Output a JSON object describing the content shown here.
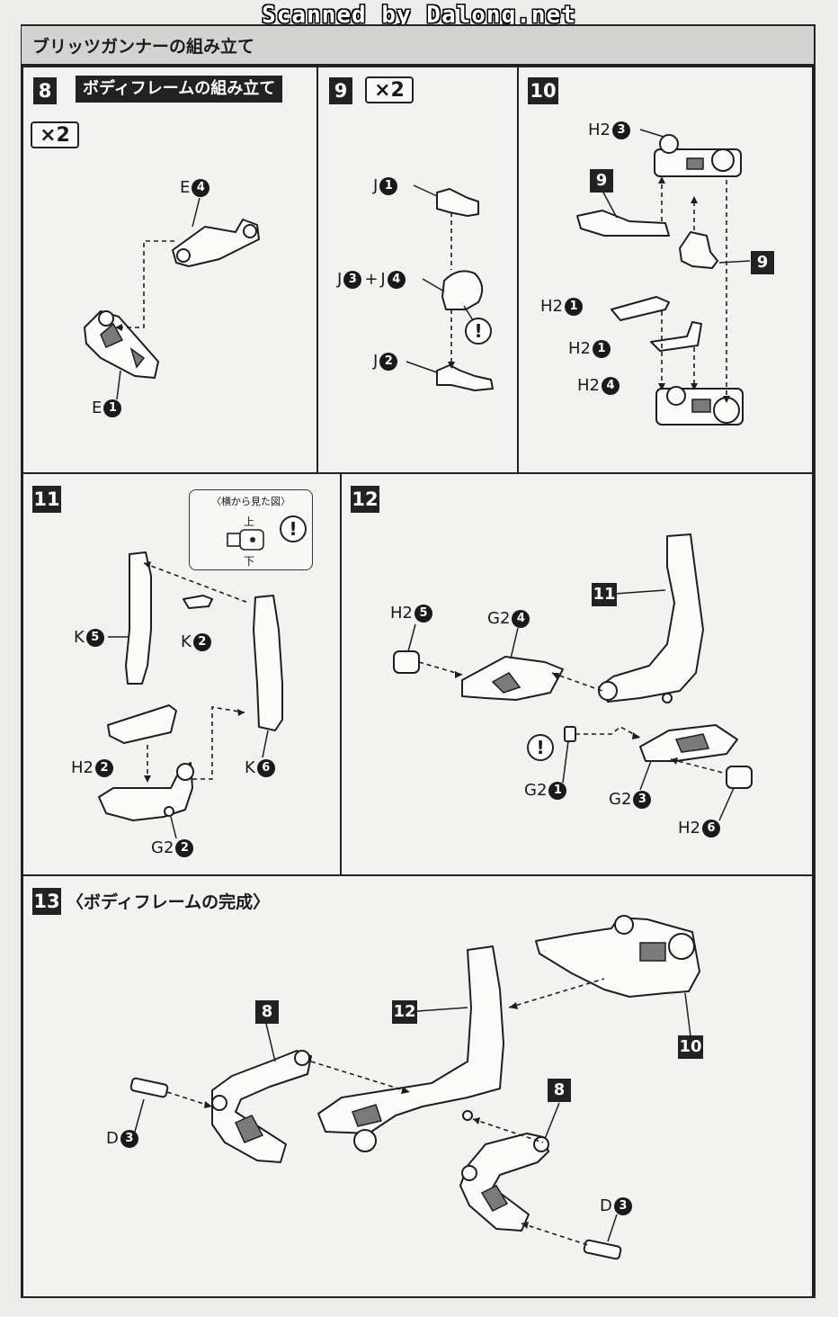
{
  "watermark": "Scanned by Dalong.net",
  "page_title": "ブリッツガンナーの組み立て",
  "steps": {
    "s8": {
      "number": "8",
      "title": "ボディフレームの組み立て",
      "quantity": "×2",
      "parts": [
        {
          "letter": "E",
          "num": "4"
        },
        {
          "letter": "E",
          "num": "1"
        }
      ]
    },
    "s9": {
      "number": "9",
      "quantity": "×2",
      "parts": [
        {
          "letter": "J",
          "num": "1"
        },
        {
          "letter": "J",
          "num": "3",
          "plus": "+",
          "letter2": "J",
          "num2": "4"
        },
        {
          "letter": "J",
          "num": "2"
        }
      ]
    },
    "s10": {
      "number": "10",
      "parts": [
        {
          "letter": "H2",
          "num": "3"
        },
        {
          "letter": "H2",
          "num": "1"
        },
        {
          "letter": "H2",
          "num": "1"
        },
        {
          "letter": "H2",
          "num": "4"
        }
      ],
      "refs": [
        "9",
        "9"
      ]
    },
    "s11": {
      "number": "11",
      "callout": {
        "title": "〈横から見た図〉",
        "top": "上",
        "bottom": "下"
      },
      "parts": [
        {
          "letter": "K",
          "num": "5"
        },
        {
          "letter": "K",
          "num": "2"
        },
        {
          "letter": "H2",
          "num": "2"
        },
        {
          "letter": "K",
          "num": "6"
        },
        {
          "letter": "G2",
          "num": "2"
        }
      ]
    },
    "s12": {
      "number": "12",
      "parts": [
        {
          "letter": "H2",
          "num": "5"
        },
        {
          "letter": "G2",
          "num": "4"
        },
        {
          "letter": "G2",
          "num": "1"
        },
        {
          "letter": "G2",
          "num": "3"
        },
        {
          "letter": "H2",
          "num": "6"
        }
      ],
      "refs": [
        "11"
      ]
    },
    "s13": {
      "number": "13",
      "title": "〈ボディフレームの完成〉",
      "parts": [
        {
          "letter": "D",
          "num": "3"
        },
        {
          "letter": "D",
          "num": "3"
        }
      ],
      "refs": [
        "8",
        "12",
        "10",
        "8"
      ]
    }
  },
  "caution_symbol": "!"
}
